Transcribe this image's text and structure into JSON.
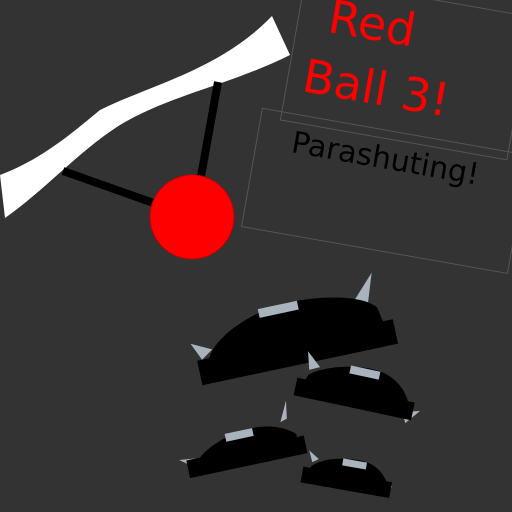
{
  "game": {
    "title_line1": "Red",
    "title_line2": "Ball 3!",
    "subtitle": "Parashuting!"
  },
  "colors": {
    "background": "#333333",
    "panel_border": "#555555",
    "path": "#ffffff",
    "ball": "#ff0000",
    "title_text": "#ff0000",
    "subtitle_text": "#000000",
    "enemy_body": "#000000",
    "enemy_accent": "#a9b3bd"
  },
  "enemies": [
    {
      "name": "large-spiked-saucer"
    },
    {
      "name": "medium-spiked-saucer"
    },
    {
      "name": "small-spiked-saucer-left"
    },
    {
      "name": "small-spiked-saucer-right"
    }
  ]
}
